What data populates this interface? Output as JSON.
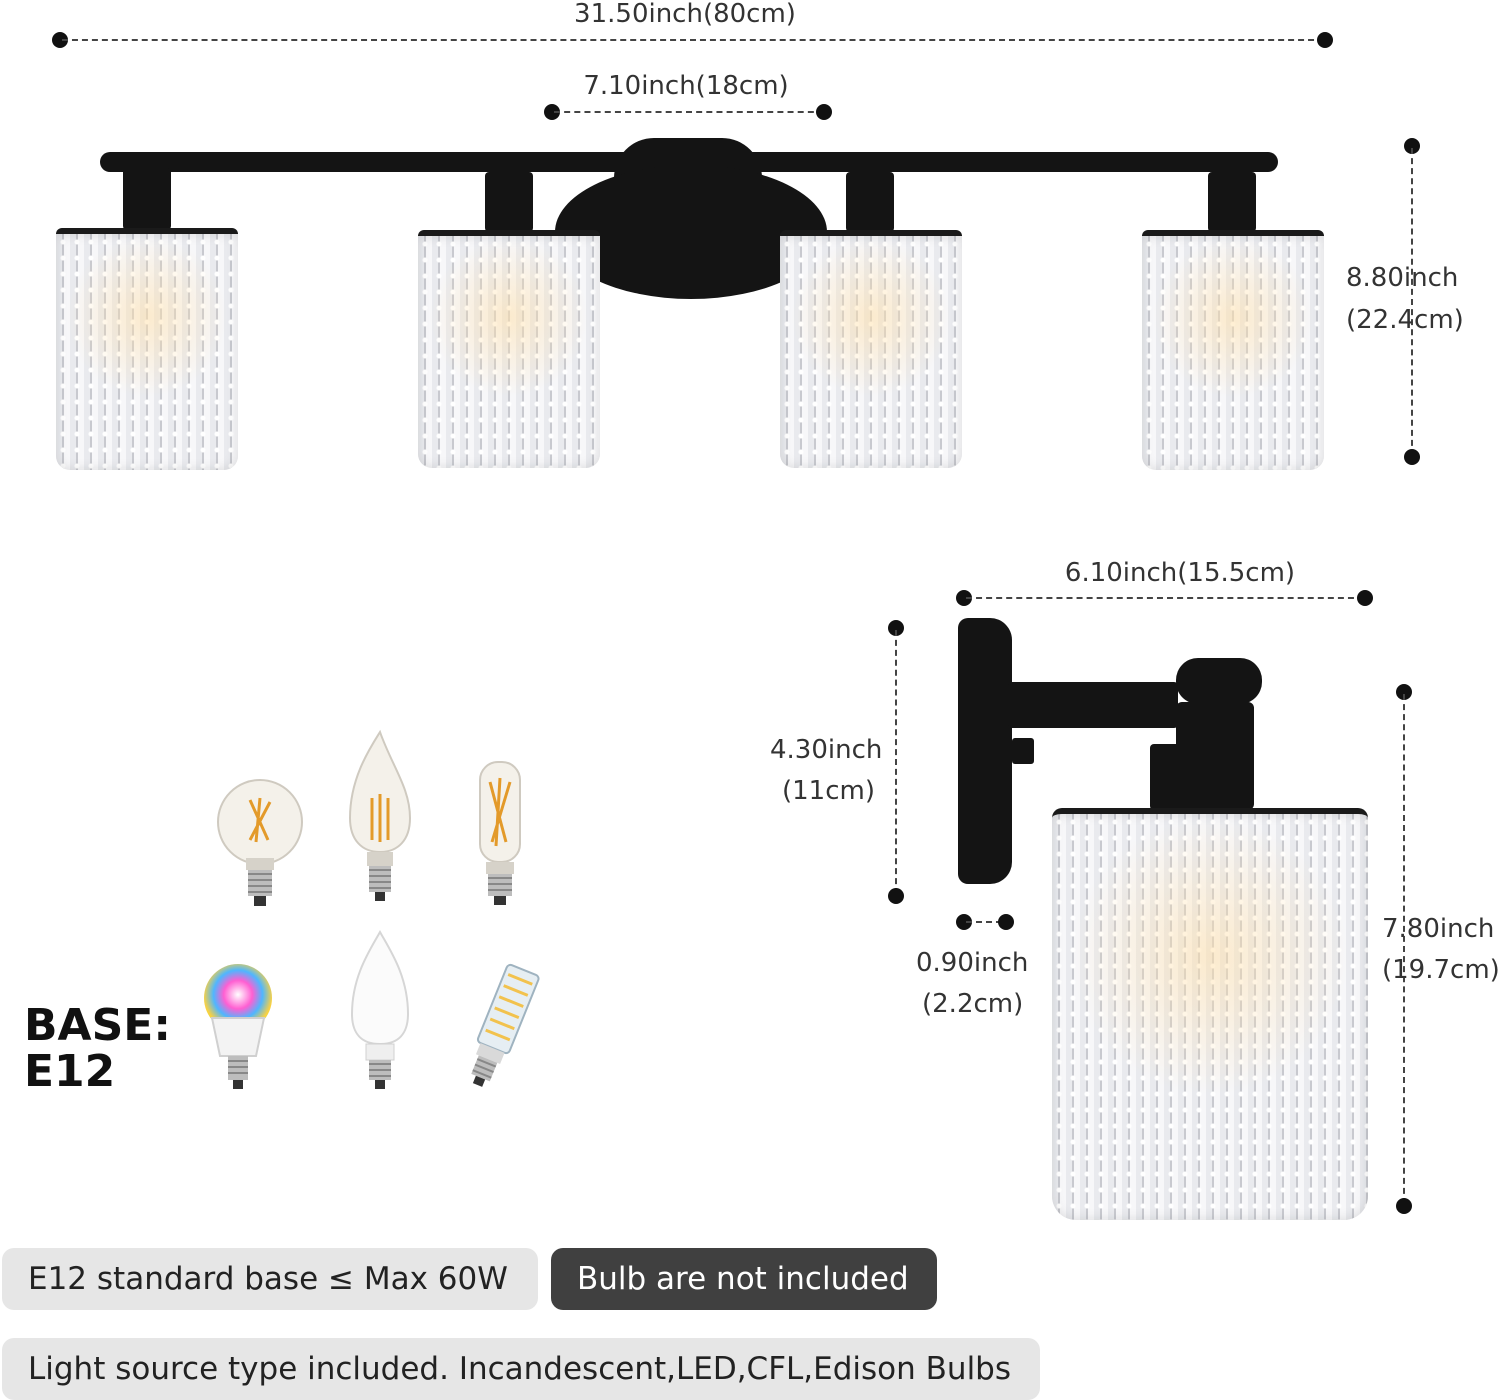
{
  "dimensions": {
    "overall_width": "31.50inch(80cm)",
    "canopy_width": "7.10inch(18cm)",
    "height_line1": "8.80inch",
    "height_line2": "(22.4cm)",
    "sconce_extension": "6.10inch(15.5cm)",
    "backplate_height_line1": "4.30inch",
    "backplate_height_line2": "(11cm)",
    "backplate_depth_line1": "0.90inch",
    "backplate_depth_line2": "(2.2cm)",
    "sconce_height_line1": "7.80inch",
    "sconce_height_line2": "(19.7cm)"
  },
  "base": {
    "line1": "BASE:",
    "line2": "E12"
  },
  "badges": {
    "standard_base": "E12 standard base ≤ Max 60W",
    "bulb_note": "Bulb are not included",
    "light_source": "Light source type included. Incandescent,LED,CFL,Edison Bulbs"
  },
  "colors": {
    "fixture": "#141414",
    "dark_badge": "#404040",
    "light_badge": "#e6e6e6"
  }
}
